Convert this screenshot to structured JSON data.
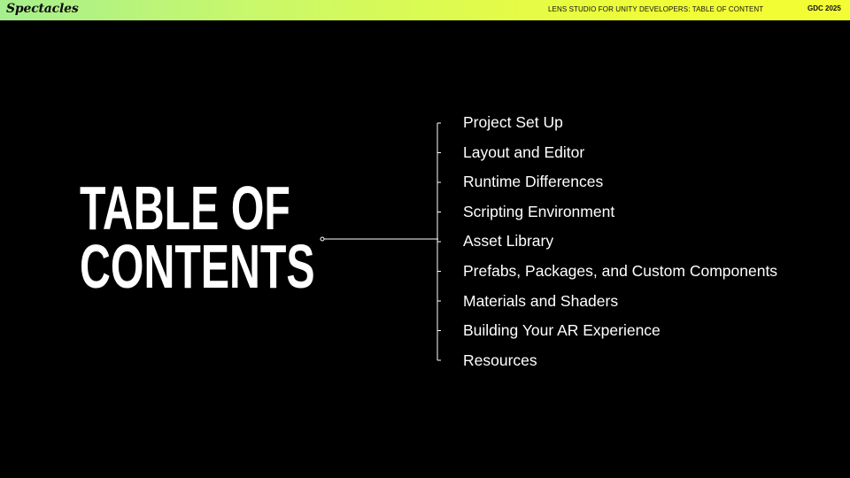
{
  "header": {
    "logo": "Spectacles",
    "title": "LENS STUDIO FOR UNITY DEVELOPERS: TABLE OF CONTENT",
    "event": "GDC 2025"
  },
  "main": {
    "title_line1": "TABLE OF",
    "title_line2": "CONTENTS"
  },
  "toc": {
    "items": [
      "Project Set Up",
      "Layout and Editor",
      "Runtime Differences",
      "Scripting Environment",
      "Asset Library",
      "Prefabs, Packages, and Custom Components",
      "Materials and Shaders",
      "Building Your AR Experience",
      "Resources"
    ]
  },
  "colors": {
    "background": "#000000",
    "text": "#ffffff",
    "bar_gradient_start": "#a6ef8e",
    "bar_gradient_end": "#f3fd33"
  }
}
